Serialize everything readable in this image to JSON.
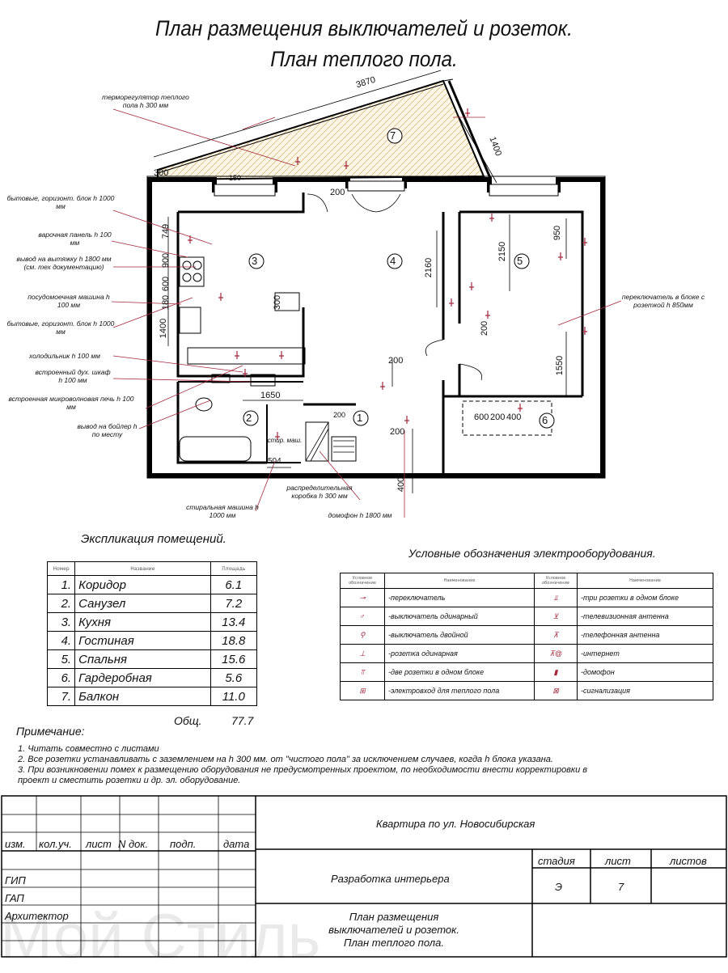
{
  "title": {
    "line1": "План размещения выключателей и розеток.",
    "line2": "План теплого пола."
  },
  "rooms": [
    "1",
    "2",
    "3",
    "4",
    "5",
    "6",
    "7"
  ],
  "dimensions": {
    "d3870": "3870",
    "d1400": "1400",
    "d300": "300",
    "d150": "150",
    "d200a": "200",
    "d749": "749",
    "d900": "900",
    "d600": "600",
    "d180": "180",
    "d1400b": "1400",
    "d2160": "2160",
    "d2150": "2150",
    "d950": "950",
    "d1550": "1550",
    "d200b": "200",
    "d200c": "200",
    "d200d": "200",
    "d400a": "400",
    "d200e": "200",
    "d1650": "1650",
    "d400b": "400",
    "d504": "504",
    "d300b": "300",
    "d600b": "600",
    "d200f": "200"
  },
  "annotations": {
    "thermostat": "терморегулятор теплого пола h 300 мм",
    "kitchen_block1": "бытовые, горизонт. блок h 1000 мм",
    "hob": "варочная панель h 100 мм",
    "hood": "вывод на вытяжку h 1800 мм (см. тех документацию)",
    "dishwasher": "посудомоечная машина h 100 мм",
    "kitchen_block2": "бытовые, горизонт. блок h 1000 мм",
    "fridge": "холодильник h 100 мм",
    "oven": "встроенный дух. шкаф h 100 мм",
    "microwave": "встроенная микроволновая печь h 100 мм",
    "boiler": "вывод на бойлер h по месту",
    "washer": "стиральная машина h 1000 мм",
    "junction_box": "распределительная коробка h 300 мм",
    "intercom": "домофон h 1800 мм",
    "bedroom_switch": "переключатель в блоке с розеткой h 850мм",
    "closet_label": "стир. маш."
  },
  "explication": {
    "heading": "Экспликация помещений.",
    "columns": [
      "Номер",
      "Название",
      "Площадь"
    ],
    "rows": [
      {
        "n": "1.",
        "name": "Коридор",
        "area": "6.1"
      },
      {
        "n": "2.",
        "name": "Санузел",
        "area": "7.2"
      },
      {
        "n": "3.",
        "name": "Кухня",
        "area": "13.4"
      },
      {
        "n": "4.",
        "name": "Гостиная",
        "area": "18.8"
      },
      {
        "n": "5.",
        "name": "Спальня",
        "area": "15.6"
      },
      {
        "n": "6.",
        "name": "Гардеробная",
        "area": "5.6"
      },
      {
        "n": "7.",
        "name": "Балкон",
        "area": "11.0"
      }
    ],
    "total_label": "Общ.",
    "total_value": "77.7"
  },
  "legend": {
    "heading": "Условные обозначения электрооборудования.",
    "columns": [
      "Условное обозначение",
      "Наименование",
      "Условное обозначение",
      "Наименование"
    ],
    "rows": [
      {
        "l": "-переключатель",
        "r": "-три розетки в одном блоке"
      },
      {
        "l": "-выключатель одинарный",
        "r": "-телевизионная антенна"
      },
      {
        "l": "-выключатель двойной",
        "r": "-телефонная антенна"
      },
      {
        "l": "-розетка одинарная",
        "r": "-интернет"
      },
      {
        "l": "-две розетки в одном блоке",
        "r": "-домофон"
      },
      {
        "l": "-электровход для теплого пола",
        "r": "-сигнализация"
      }
    ]
  },
  "notes": {
    "heading": "Примечание:",
    "n1": "1. Читать совместно с листами",
    "n2": "2. Все розетки устанавливать с заземлением на h 300 мм. от \"чистого пола\"  за исключением случаев, когда h блока указана.",
    "n3": "3. При возникновении помех к размещению оборудования не предусмотренных проектом, по необходимости внести корректировки в",
    "n4": "проект и сместить розетки и др. эл. оборудование."
  },
  "stamp": {
    "project": "Квартира по ул. Новосибирская",
    "headers": [
      "изм.",
      "кол.уч.",
      "лист",
      "N док.",
      "подп.",
      "дата"
    ],
    "roles": [
      "ГИП",
      "ГАП",
      "Архитектор"
    ],
    "stage_label": "стадия",
    "sheet_label": "лист",
    "sheets_label": "листов",
    "stage_value": "Э",
    "sheet_value": "7",
    "work": "Разработка интерьера",
    "drawing1": "План размещения",
    "drawing2": "выключателей и розеток.",
    "drawing3": "План теплого пола."
  },
  "watermark": "Мой Стиль"
}
